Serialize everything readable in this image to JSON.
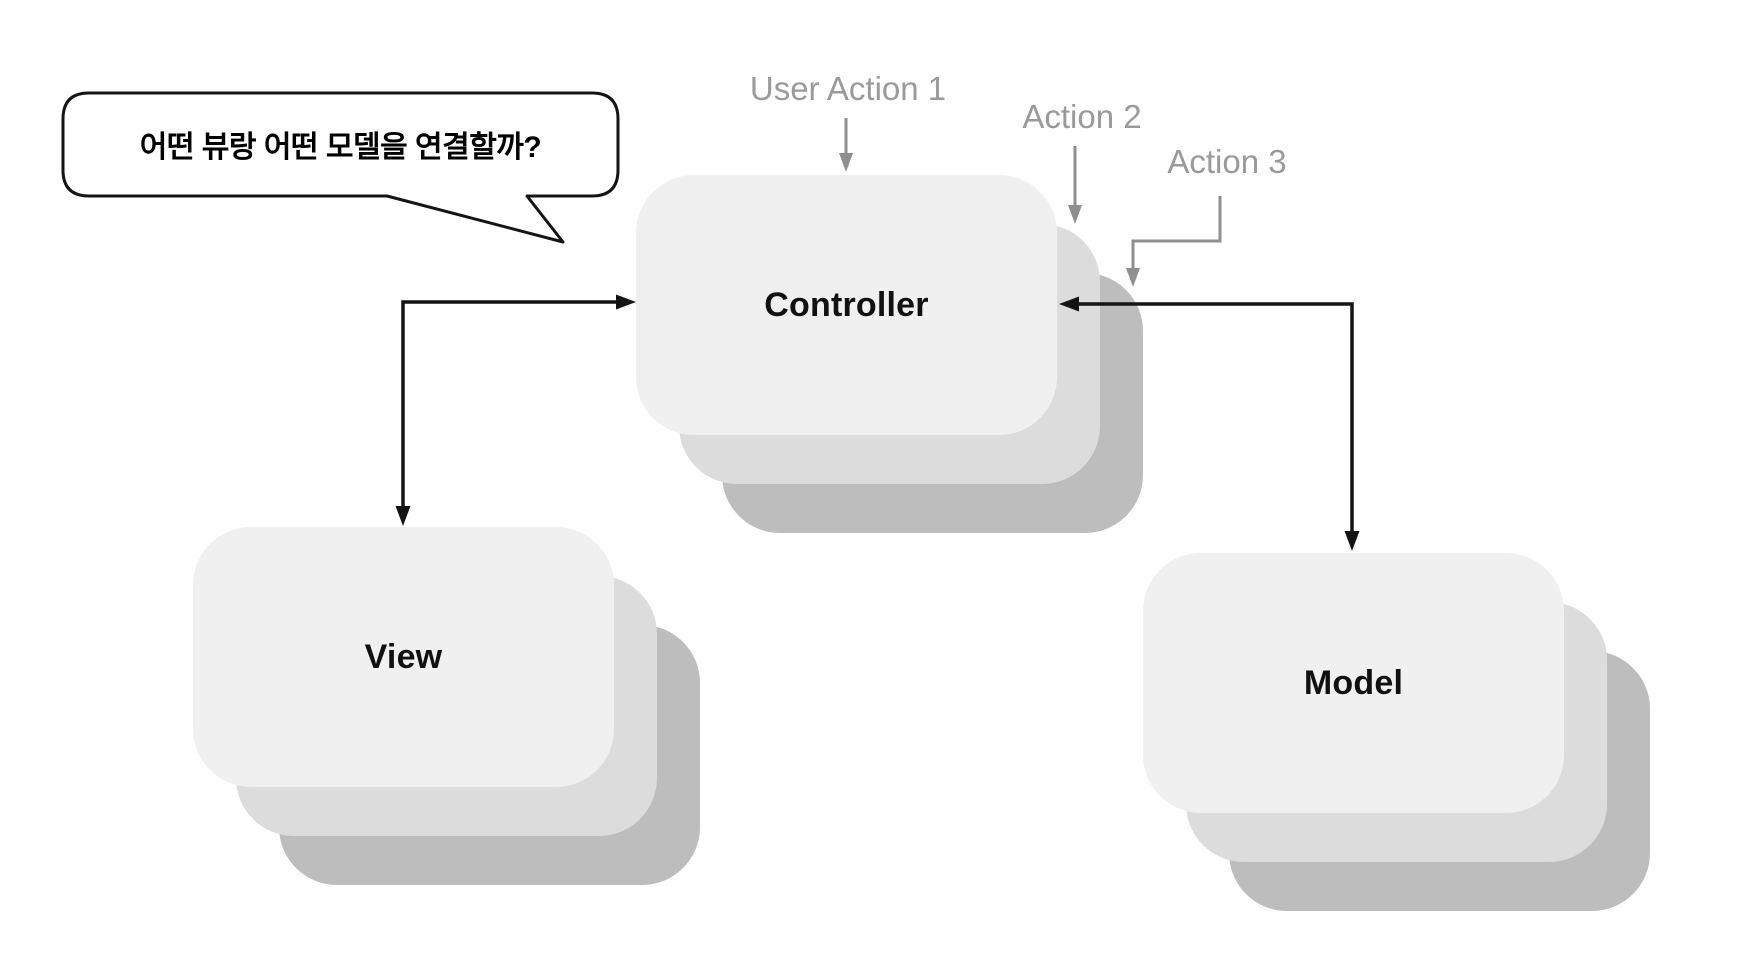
{
  "bubble": {
    "text": "어떤 뷰랑 어떤 모델을 연결할까?"
  },
  "nodes": {
    "controller": {
      "label": "Controller"
    },
    "view": {
      "label": "View"
    },
    "model": {
      "label": "Model"
    }
  },
  "annotations": {
    "user_action_1": {
      "label": "User Action 1"
    },
    "action_2": {
      "label": "Action 2"
    },
    "action_3": {
      "label": "Action 3"
    }
  },
  "connectors": [
    {
      "between": [
        "view",
        "controller"
      ],
      "shape": "elbow",
      "arrowheads": "both-ends",
      "color": "#141414"
    },
    {
      "between": [
        "model",
        "controller"
      ],
      "shape": "elbow",
      "arrowheads": "both-ends",
      "color": "#141414"
    },
    {
      "from": "user_action_1",
      "to": "controller-card-1",
      "shape": "straight-down",
      "color": "#8f8f8f"
    },
    {
      "from": "action_2",
      "to": "controller-card-2",
      "shape": "straight-down",
      "color": "#8f8f8f"
    },
    {
      "from": "action_3",
      "to": "controller-card-3",
      "shape": "elbow-down",
      "color": "#8f8f8f"
    }
  ],
  "colors": {
    "background": "#ffffff",
    "card_front": "#f0f0f0",
    "card_mid": "#dcdcdc",
    "card_back": "#bdbdbd",
    "node_text": "#111111",
    "gray_label": "#9a9a9a",
    "gray_arrow": "#8f8f8f",
    "black_line": "#141414",
    "bubble_fill": "#ffffff",
    "bubble_border": "#141414"
  }
}
